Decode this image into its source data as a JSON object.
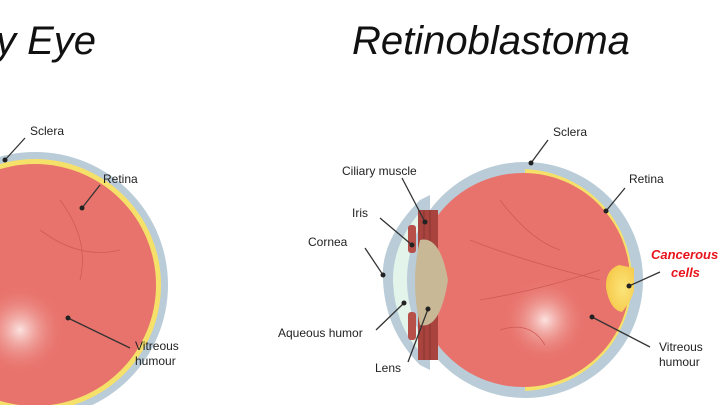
{
  "titles": {
    "left": "y Eye",
    "right": "Retinoblastoma"
  },
  "left_eye": {
    "sclera": "Sclera",
    "retina": "Retina",
    "vitreous_1": "Vitreous",
    "vitreous_2": "humour"
  },
  "right_eye": {
    "sclera": "Sclera",
    "retina": "Retina",
    "ciliary_muscle": "Ciliary muscle",
    "iris": "Iris",
    "cornea": "Cornea",
    "aqueous_humor": "Aqueous humor",
    "lens": "Lens",
    "cancerous_1": "Cancerous",
    "cancerous_2": "cells",
    "vitreous_1": "Vitreous",
    "vitreous_2": "humour"
  },
  "colors": {
    "sclera": "#b9ccd8",
    "retina": "#f5e06a",
    "vitreous": "#e8736c",
    "lens": "#c8b896",
    "cancer_label": "#e8141c"
  }
}
